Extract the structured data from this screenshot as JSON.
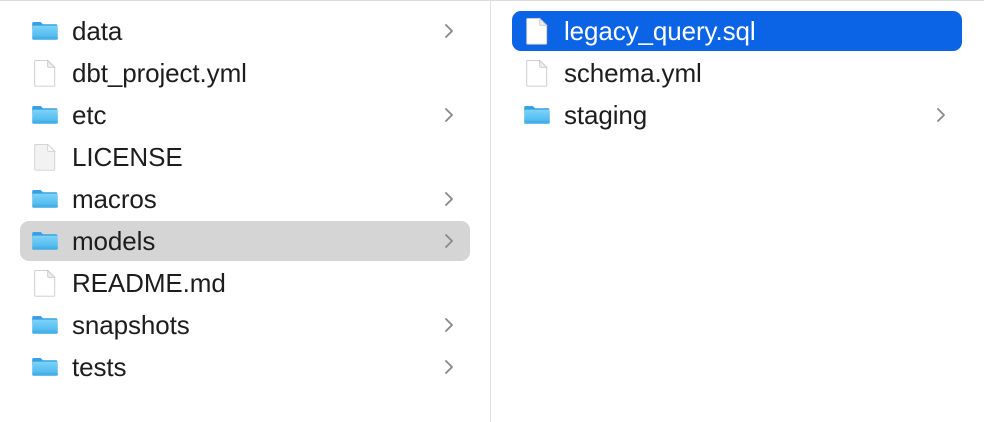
{
  "window": {
    "title": "Finder Column View",
    "view_mode": "column",
    "background_color": "#ffffff",
    "divider_color": "#e0e0e0",
    "selection_focused_color": "#0b63e5",
    "selection_unfocused_color": "#d5d5d5",
    "text_color": "#1d1d1f",
    "selected_text_color": "#ffffff",
    "folder_icon_color": "#54bdf5",
    "chevron_color": "#8a8a8e"
  },
  "columns": [
    {
      "name": "parent-column",
      "items": [
        {
          "label": "data",
          "kind": "folder",
          "icon": "folder-icon",
          "has_chevron": true,
          "selected": false,
          "selection": "none"
        },
        {
          "label": "dbt_project.yml",
          "kind": "file",
          "icon": "document-icon",
          "has_chevron": false,
          "selected": false,
          "selection": "none"
        },
        {
          "label": "etc",
          "kind": "folder",
          "icon": "folder-icon",
          "has_chevron": true,
          "selected": false,
          "selection": "none"
        },
        {
          "label": "LICENSE",
          "kind": "file",
          "icon": "document-plain-icon",
          "has_chevron": false,
          "selected": false,
          "selection": "none"
        },
        {
          "label": "macros",
          "kind": "folder",
          "icon": "folder-icon",
          "has_chevron": true,
          "selected": false,
          "selection": "none"
        },
        {
          "label": "models",
          "kind": "folder",
          "icon": "folder-icon",
          "has_chevron": true,
          "selected": true,
          "selection": "gray"
        },
        {
          "label": "README.md",
          "kind": "file",
          "icon": "document-icon",
          "has_chevron": false,
          "selected": false,
          "selection": "none"
        },
        {
          "label": "snapshots",
          "kind": "folder",
          "icon": "folder-icon",
          "has_chevron": true,
          "selected": false,
          "selection": "none"
        },
        {
          "label": "tests",
          "kind": "folder",
          "icon": "folder-icon",
          "has_chevron": true,
          "selected": false,
          "selection": "none"
        }
      ]
    },
    {
      "name": "child-column",
      "items": [
        {
          "label": "legacy_query.sql",
          "kind": "file",
          "icon": "document-icon",
          "has_chevron": false,
          "selected": true,
          "selection": "blue"
        },
        {
          "label": "schema.yml",
          "kind": "file",
          "icon": "document-icon",
          "has_chevron": false,
          "selected": false,
          "selection": "none"
        },
        {
          "label": "staging",
          "kind": "folder",
          "icon": "folder-icon",
          "has_chevron": true,
          "selected": false,
          "selection": "none"
        }
      ]
    }
  ]
}
